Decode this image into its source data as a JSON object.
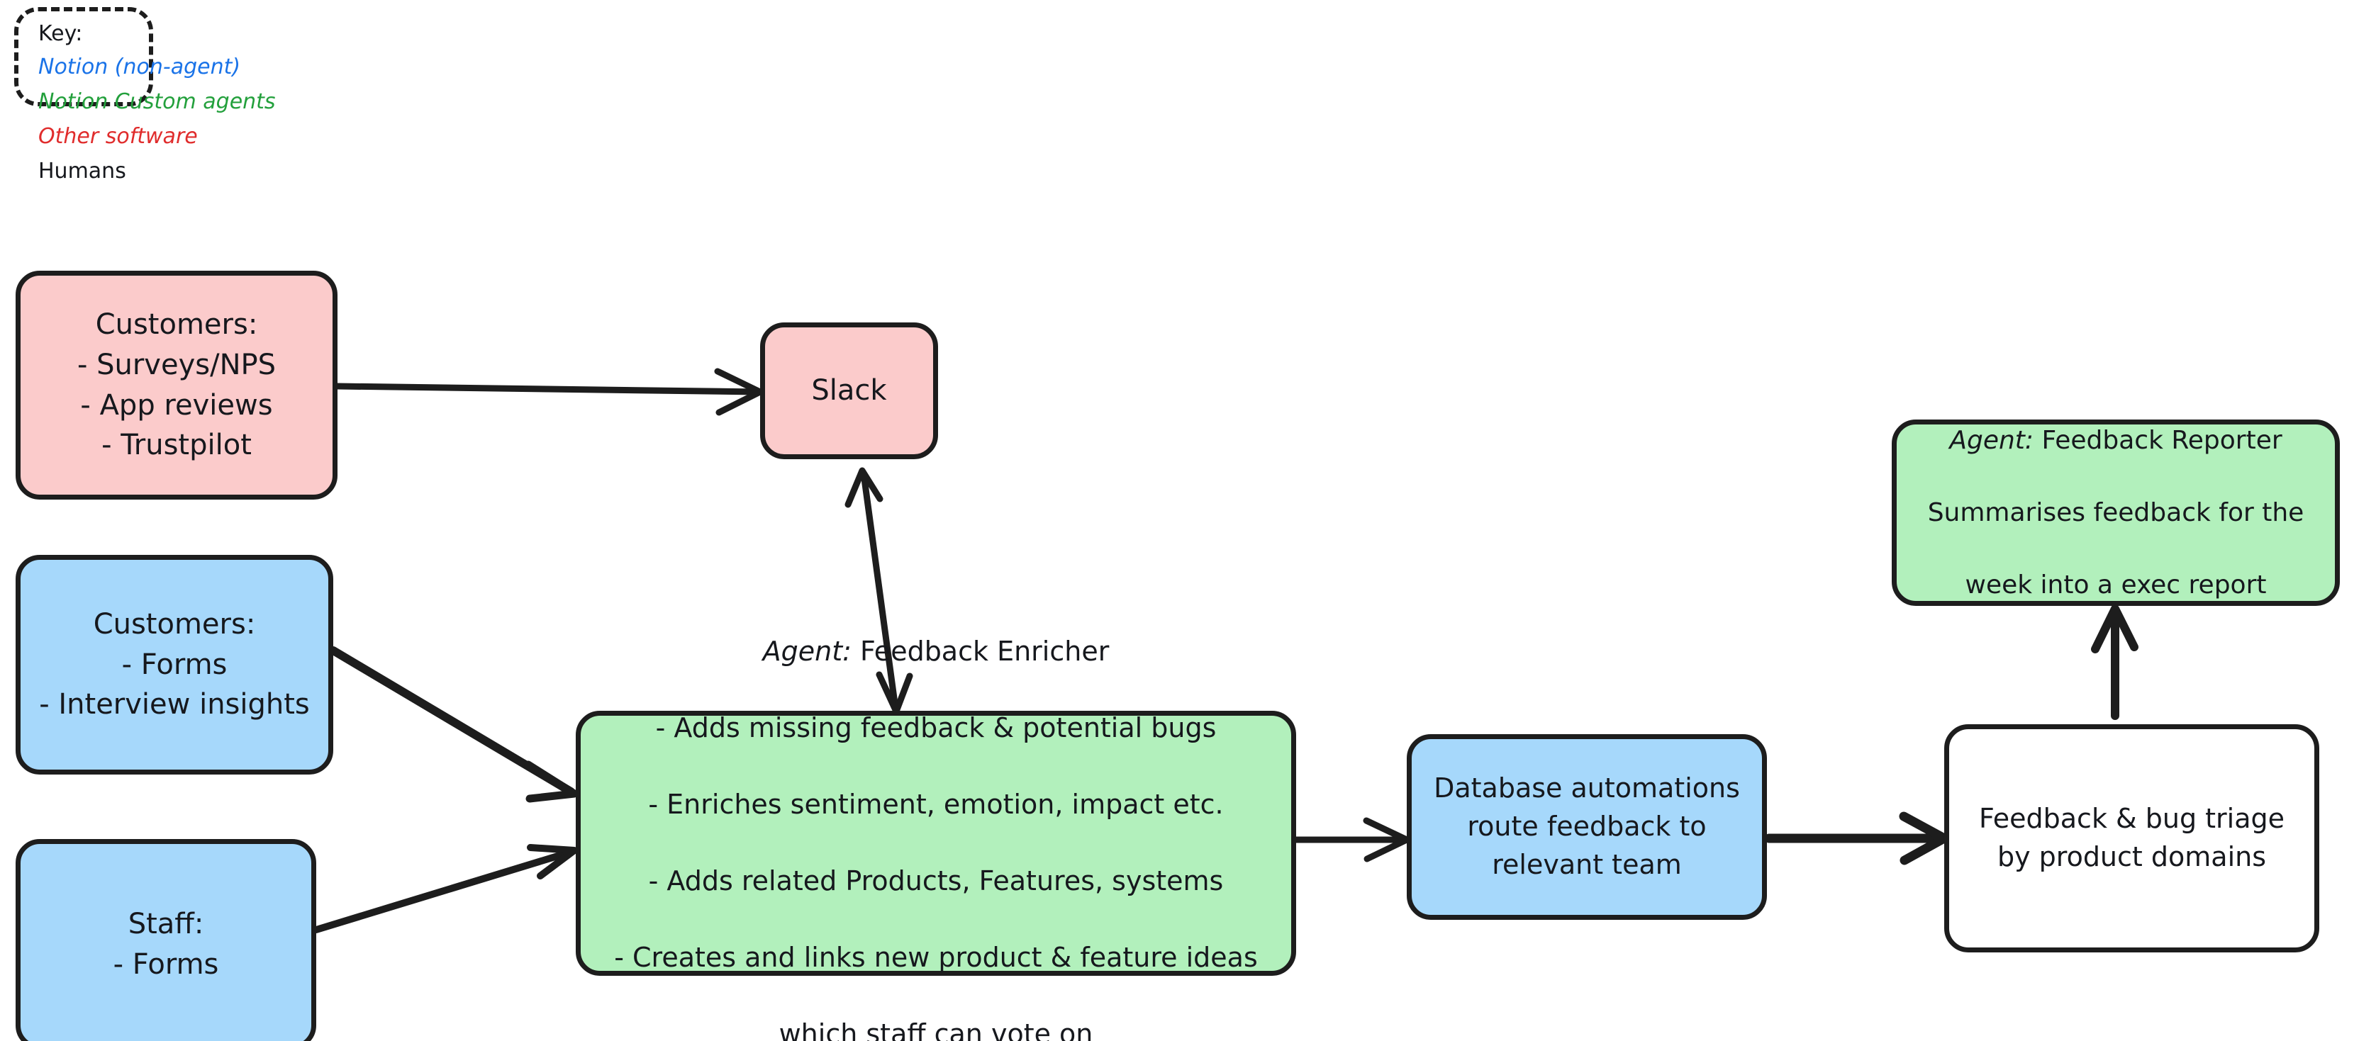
{
  "legend": {
    "title": "Key:",
    "items": [
      {
        "label": "Notion (non-agent)",
        "color": "#1a73e8",
        "italic": true
      },
      {
        "label": "Notion Custom agents",
        "color": "#23a03c",
        "italic": true
      },
      {
        "label": "Other software",
        "color": "#e02c2c",
        "italic": true
      },
      {
        "label": "Humans",
        "color": "#16181d",
        "italic": false
      }
    ]
  },
  "nodes": {
    "customers_pink": {
      "name": "customers-surveys",
      "text": "Customers:\n- Surveys/NPS\n- App reviews\n- Trustpilot",
      "fill": "#fbcbcb"
    },
    "slack": {
      "name": "slack",
      "text": "Slack",
      "fill": "#fbcbcb"
    },
    "customers_blue": {
      "name": "customers-forms",
      "text": "Customers:\n- Forms\n- Interview insights",
      "fill": "#a6d8fb"
    },
    "staff": {
      "name": "staff-forms",
      "text": "Staff:\n- Forms",
      "fill": "#a6d8fb"
    },
    "enricher": {
      "name": "feedback-enricher-agent",
      "title": "Agent:",
      "title_rest": " Feedback Enricher",
      "lines": [
        "- Adds missing feedback & potential bugs",
        "- Enriches sentiment, emotion, impact etc.",
        "- Adds related Products, Features, systems",
        "- Creates and links new product & feature ideas",
        "which staff can vote on"
      ],
      "fill": "#b2f0bc"
    },
    "db_automations": {
      "name": "database-automations",
      "text": "Database automations\nroute feedback to\nrelevant team",
      "fill": "#a6d8fb"
    },
    "triage": {
      "name": "feedback-bug-triage",
      "text": "Feedback & bug triage\nby product domains",
      "fill": "#ffffff"
    },
    "reporter": {
      "name": "feedback-reporter-agent",
      "title": "Agent:",
      "title_rest": " Feedback Reporter",
      "lines": [
        "Summarises feedback for the",
        "week into a exec report"
      ],
      "fill": "#b2f0bc"
    }
  },
  "edges": [
    {
      "name": "customers-to-slack",
      "from": "customers_pink",
      "to": "slack",
      "arrow": "single"
    },
    {
      "name": "slack-to-enricher",
      "from": "slack",
      "to": "enricher",
      "arrow": "double"
    },
    {
      "name": "customers-blue-to-enricher",
      "from": "customers_blue",
      "to": "enricher",
      "arrow": "single"
    },
    {
      "name": "staff-to-enricher",
      "from": "staff",
      "to": "enricher",
      "arrow": "single"
    },
    {
      "name": "enricher-to-database",
      "from": "enricher",
      "to": "db_automations",
      "arrow": "single"
    },
    {
      "name": "database-to-triage",
      "from": "db_automations",
      "to": "triage",
      "arrow": "single"
    },
    {
      "name": "triage-to-reporter",
      "from": "triage",
      "to": "reporter",
      "arrow": "single"
    }
  ]
}
